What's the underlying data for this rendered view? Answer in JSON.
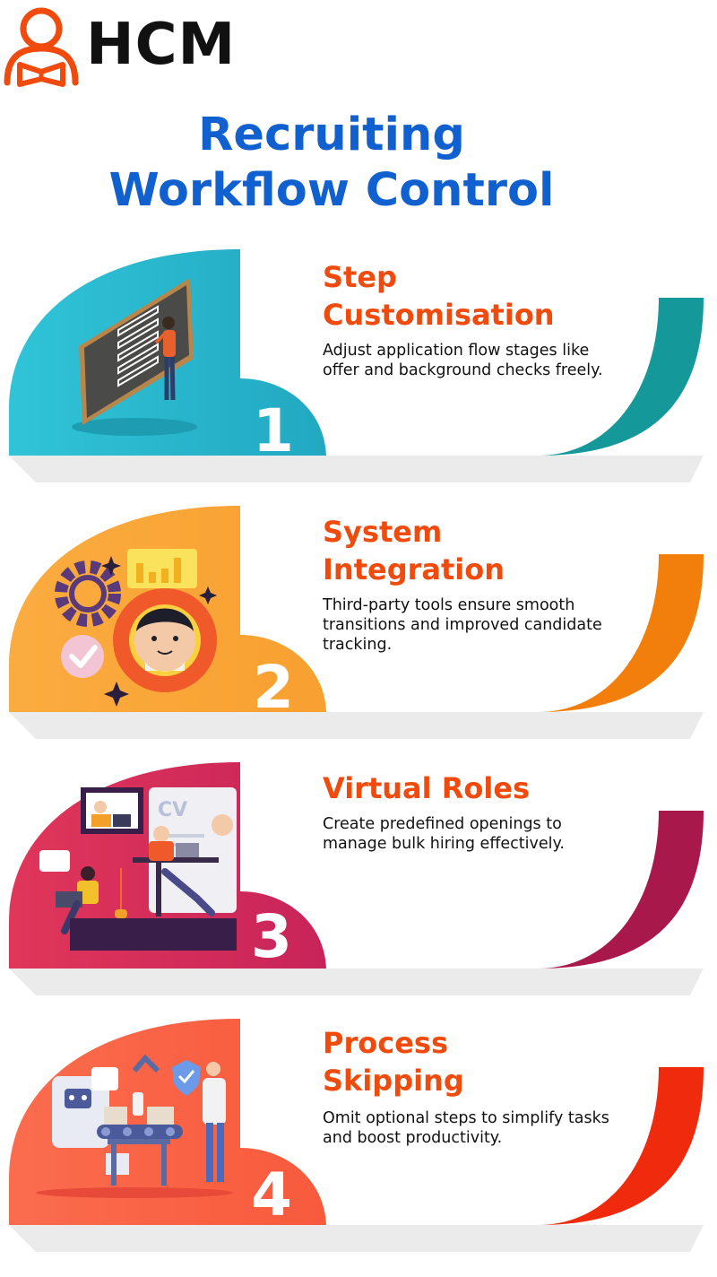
{
  "brand": {
    "logo_text": "HCM",
    "accent": "#f04a0c"
  },
  "title": {
    "line1": "Recruiting",
    "line2": "Workflow Control",
    "color": "#1060d0"
  },
  "steps": [
    {
      "number": "1",
      "title_line1": "Step",
      "title_line2": "Customisation",
      "description": "Adjust application flow stages like offer and background checks freely.",
      "illustration": "chalkboard-checklist-icon",
      "colors": {
        "light": "#2ec0d4",
        "dark": "#14989a"
      }
    },
    {
      "number": "2",
      "title_line1": "System",
      "title_line2": "Integration",
      "description": "Third-party tools ensure smooth transitions and improved candidate tracking.",
      "illustration": "gears-integration-icon",
      "colors": {
        "light": "#fba63a",
        "dark": "#f27e0c"
      }
    },
    {
      "number": "3",
      "title_line1": "Virtual Roles",
      "title_line2": "",
      "description": "Create predefined openings to manage bulk hiring effectively.",
      "illustration": "remote-workers-icon",
      "colors": {
        "light": "#d9345a",
        "dark": "#a8184a"
      }
    },
    {
      "number": "4",
      "title_line1": "Process",
      "title_line2": "Skipping",
      "description": "Omit optional steps to simplify tasks and boost productivity.",
      "illustration": "automation-robot-icon",
      "colors": {
        "light": "#fa6a4c",
        "dark": "#f02a0c"
      }
    }
  ]
}
